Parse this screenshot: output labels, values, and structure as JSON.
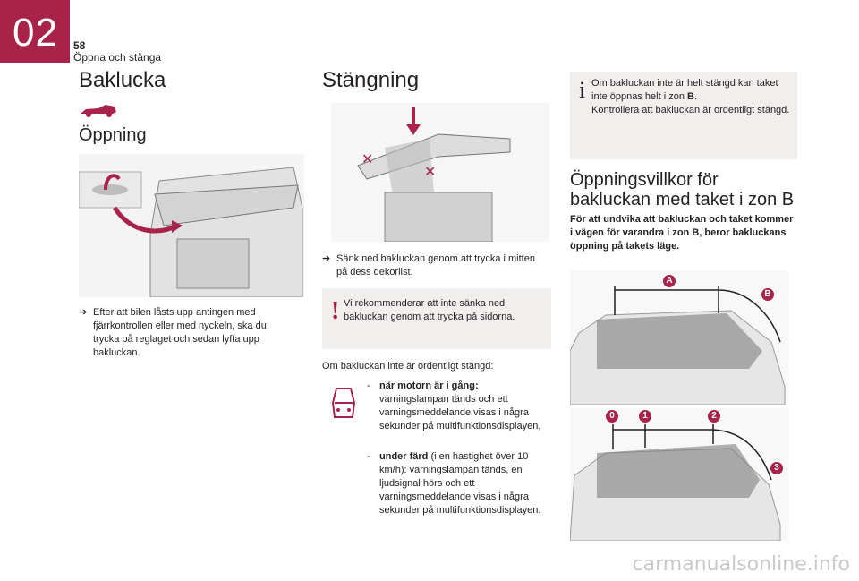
{
  "header": {
    "chapter_number": "02",
    "page_number": "58",
    "section": "Öppna och stänga"
  },
  "col1": {
    "title": "Baklucka",
    "subtitle": "Öppning",
    "step_text": "Efter att bilen låsts upp antingen med fjärrkontrollen eller med nyckeln, ska du trycka på reglaget och sedan lyfta upp bakluckan."
  },
  "col2": {
    "title": "Stängning",
    "step_text": "Sänk ned bakluckan genom att trycka i mitten på dess dekorlist.",
    "warning_text": "Vi rekommenderar att inte sänka ned bakluckan genom att trycka på sidorna.",
    "intro": "Om bakluckan inte är ordentligt stängd:",
    "item1_bold": "när motorn är i gång:",
    "item1_text": "varningslampan tänds och ett varningsmeddelande visas i några sekunder på multifunktionsdisplayen,",
    "item2_bold": "under färd",
    "item2_text": " (i en hastighet över 10 km/h): varningslampan tänds, en ljudsignal hörs och ett varningsmeddelande visas i några sekunder på multifunktionsdisplayen.",
    "dash": "-"
  },
  "col3": {
    "info_text1": "Om bakluckan inte är helt stängd kan taket inte öppnas helt i zon ",
    "info_bold": "B",
    "info_text2": ".",
    "info_text3": "Kontrollera att bakluckan är ordentligt stängd.",
    "title": "Öppningsvillkor för bakluckan med taket i zon B",
    "bold_text": "För att undvika att bakluckan och taket kommer i vägen för varandra i zon B, beror bakluckans öppning på takets läge.",
    "labels_top": [
      "A",
      "B"
    ],
    "labels_bottom": [
      "0",
      "1",
      "2",
      "3"
    ]
  },
  "watermark": "carmanualsonline.info",
  "colors": {
    "accent": "#a8224a",
    "box": "#f0efed"
  }
}
